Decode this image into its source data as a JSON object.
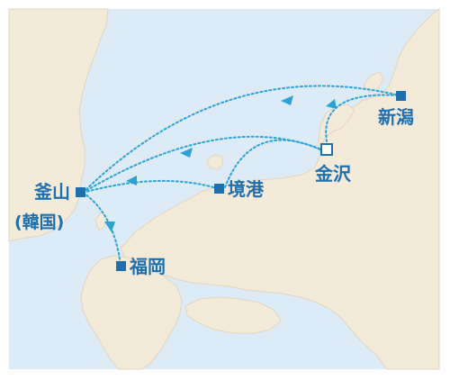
{
  "colors": {
    "sea": "#dcebf6",
    "land": "#f3ead8",
    "land_stroke": "#e3d6bf",
    "route": "#2aa3d8",
    "marker": "#1e6fb0",
    "text": "#1e6fb0"
  },
  "cities": {
    "busan": {
      "name": "釜山",
      "country": "(韓国)"
    },
    "fukuoka": {
      "name": "福岡"
    },
    "sakaiminato": {
      "name": "境港"
    },
    "kanazawa": {
      "name": "金沢"
    },
    "niigata": {
      "name": "新潟"
    }
  },
  "icons": {
    "city_marker": "filled-square",
    "origin_marker": "hollow-square",
    "route_arrow": "triangle-arrow"
  }
}
